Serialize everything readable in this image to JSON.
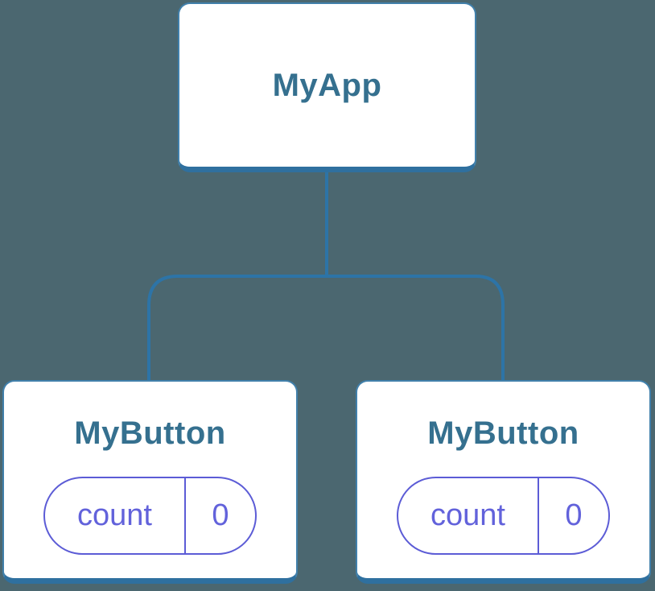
{
  "diagram": {
    "description": "Component tree: root component with two child components holding independent state",
    "root": {
      "label": "MyApp"
    },
    "children": [
      {
        "label": "MyButton",
        "state": {
          "key": "count",
          "value": "0"
        }
      },
      {
        "label": "MyButton",
        "state": {
          "key": "count",
          "value": "0"
        }
      }
    ]
  },
  "colors": {
    "bg": "#4b6770",
    "line": "#2d74a7",
    "card-bg": "#ffffff",
    "card-border": "#4180ab",
    "card-border-bottom": "#2f709f",
    "node-text": "#35708f",
    "pill": "#5c5cd6",
    "pill-text": "#6262db"
  }
}
